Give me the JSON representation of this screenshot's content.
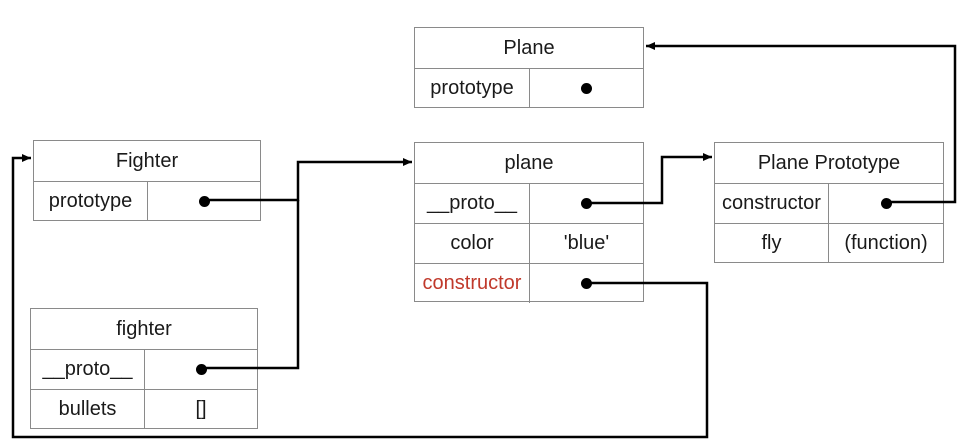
{
  "boxes": {
    "plane_fn": {
      "title": "Plane",
      "rows": [
        {
          "key": "prototype",
          "value": "",
          "pointer": true
        }
      ]
    },
    "fighter_fn": {
      "title": "Fighter",
      "rows": [
        {
          "key": "prototype",
          "value": "",
          "pointer": true
        }
      ]
    },
    "plane_obj": {
      "title": "plane",
      "rows": [
        {
          "key": "__proto__",
          "value": "",
          "pointer": true
        },
        {
          "key": "color",
          "value": "'blue'",
          "pointer": false
        },
        {
          "key": "constructor",
          "value": "",
          "pointer": true,
          "key_color": "red"
        }
      ]
    },
    "plane_prototype": {
      "title": "Plane Prototype",
      "rows": [
        {
          "key": "constructor",
          "value": "",
          "pointer": true
        },
        {
          "key": "fly",
          "value": "(function)",
          "pointer": false
        }
      ]
    },
    "fighter_obj": {
      "title": "fighter",
      "rows": [
        {
          "key": "__proto__",
          "value": "",
          "pointer": true
        },
        {
          "key": "bullets",
          "value": "[]",
          "pointer": false
        }
      ]
    }
  },
  "colors": {
    "border": "#8a8a8a",
    "arrow": "#000000",
    "highlight": "#c0392b"
  }
}
